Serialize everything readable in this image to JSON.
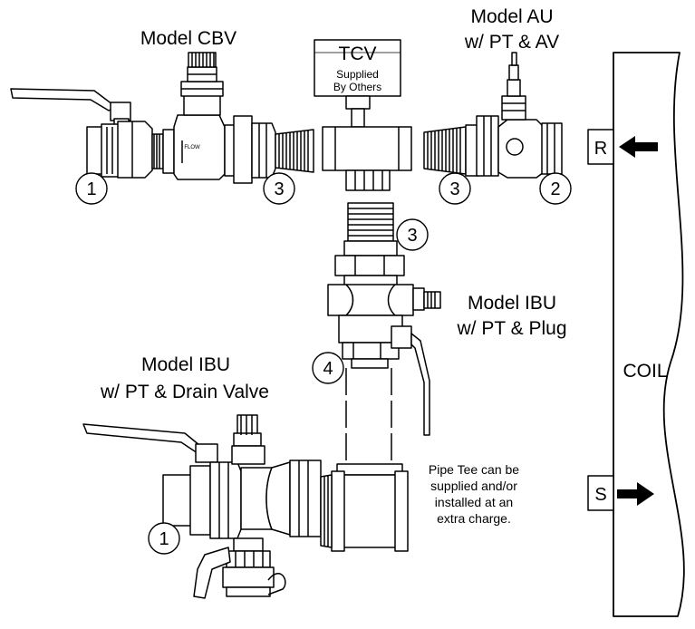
{
  "labels": {
    "model_cbv": "Model CBV",
    "model_au_line1": "Model AU",
    "model_au_line2": "w/ PT & AV",
    "tcv_title": "TCV",
    "tcv_sub1": "Supplied",
    "tcv_sub2": "By Others",
    "model_ibu_plug_line1": "Model IBU",
    "model_ibu_plug_line2": "w/ PT & Plug",
    "model_ibu_drain_line1": "Model IBU",
    "model_ibu_drain_line2": "w/ PT & Drain Valve",
    "pipe_tee_note": [
      "Pipe Tee can be",
      "supplied and/or",
      "installed at an",
      "extra charge."
    ],
    "coil": "COIL",
    "return_port": "R",
    "supply_port": "S",
    "flow_tag": "FLOW"
  },
  "callouts": [
    "1",
    "3",
    "3",
    "2",
    "3",
    "4",
    "1"
  ]
}
